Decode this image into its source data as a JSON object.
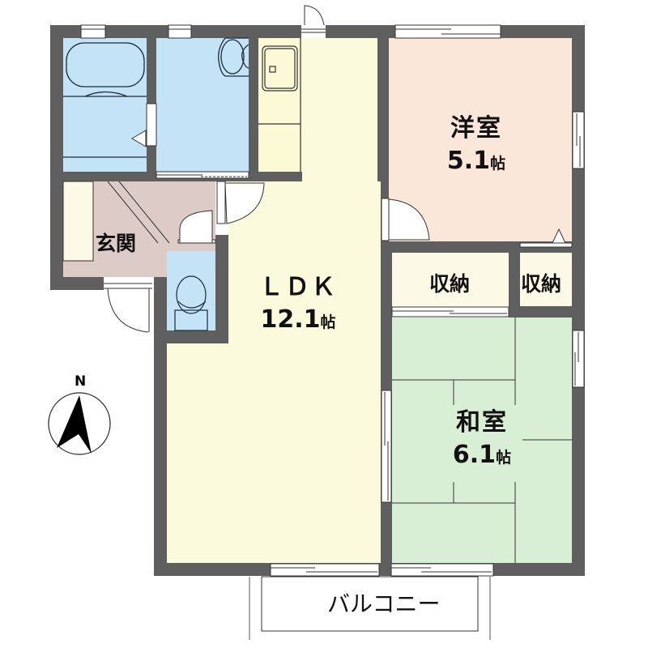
{
  "floorplan": {
    "colors": {
      "wall": "#5f5f5f",
      "ldk": "#fcfadc",
      "western_room": "#fbe6da",
      "japanese_room": "#d9efd5",
      "entrance": "#dccbc6",
      "wet_area": "#c4e3f7",
      "storage": "#fcfae6",
      "kitchen": "#fcfad6"
    },
    "rooms": {
      "ldk": {
        "name": "ＬＤＫ",
        "area": "12.1",
        "unit": "帖"
      },
      "western": {
        "name": "洋室",
        "area": "5.1",
        "unit": "帖"
      },
      "japanese": {
        "name": "和室",
        "area": "6.1",
        "unit": "帖"
      },
      "entrance": {
        "name": "玄関"
      },
      "storage_left": {
        "name": "収納"
      },
      "storage_right": {
        "name": "収納"
      },
      "balcony": {
        "name": "バルコニー"
      }
    },
    "compass": {
      "label": "N",
      "icon": "north-arrow-icon"
    }
  }
}
